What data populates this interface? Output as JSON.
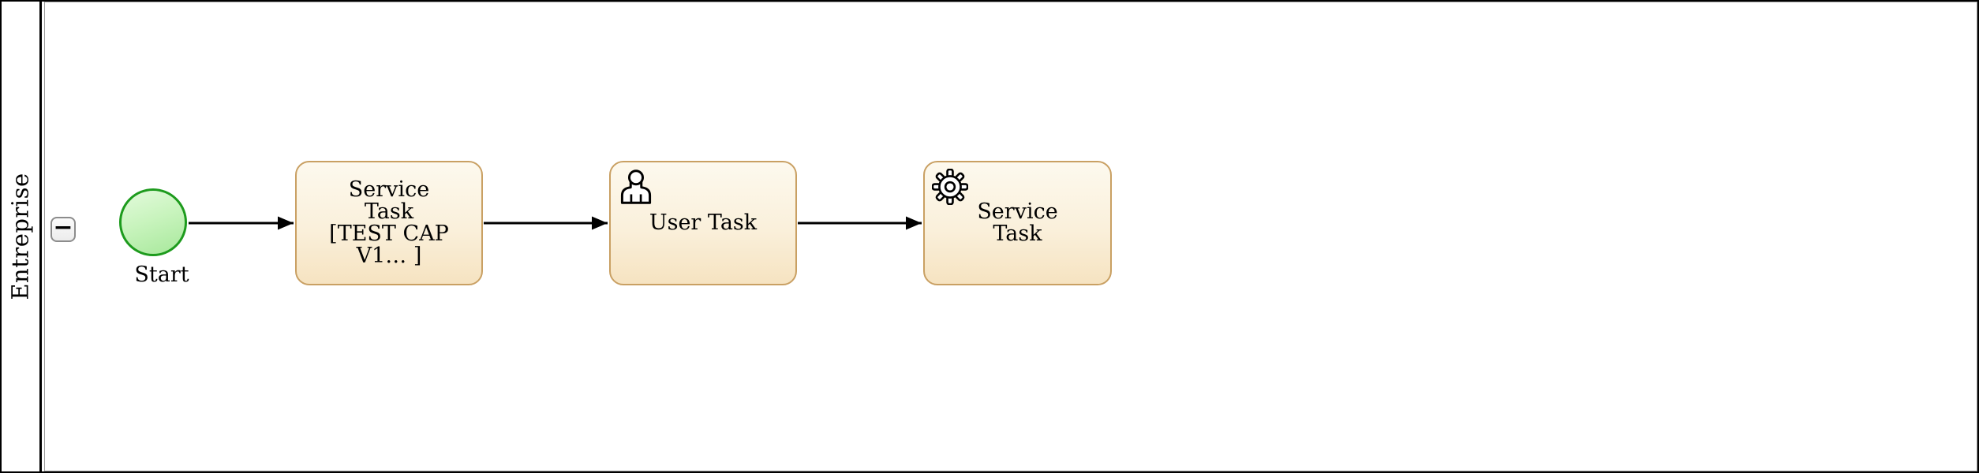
{
  "pool": {
    "name": "Entreprise",
    "collapse_label": "−"
  },
  "nodes": {
    "start_event": {
      "type": "start-event",
      "label": "Start"
    },
    "task_service_1": {
      "type": "service-task",
      "label": "Service\nTask\n[TEST CAP\nV1… ]"
    },
    "task_user": {
      "type": "user-task",
      "label": "User Task",
      "icon": "user-icon"
    },
    "task_service_2": {
      "type": "service-task",
      "label": "Service\nTask",
      "icon": "gear-icon"
    }
  },
  "edges": [
    {
      "from": "start_event",
      "to": "task_service_1"
    },
    {
      "from": "task_service_1",
      "to": "task_user"
    },
    {
      "from": "task_user",
      "to": "task_service_2"
    }
  ],
  "colors": {
    "task_border": "#c9a063",
    "task_fill_top": "#fdf9ee",
    "task_fill_bottom": "#f6e3c1",
    "event_border": "#1d9b1d",
    "event_fill_top": "#e3fadc",
    "event_fill_bottom": "#a7e89b",
    "connector": "#000000",
    "pool_border": "#000000",
    "lane_inner_border": "#9a9a9a"
  }
}
